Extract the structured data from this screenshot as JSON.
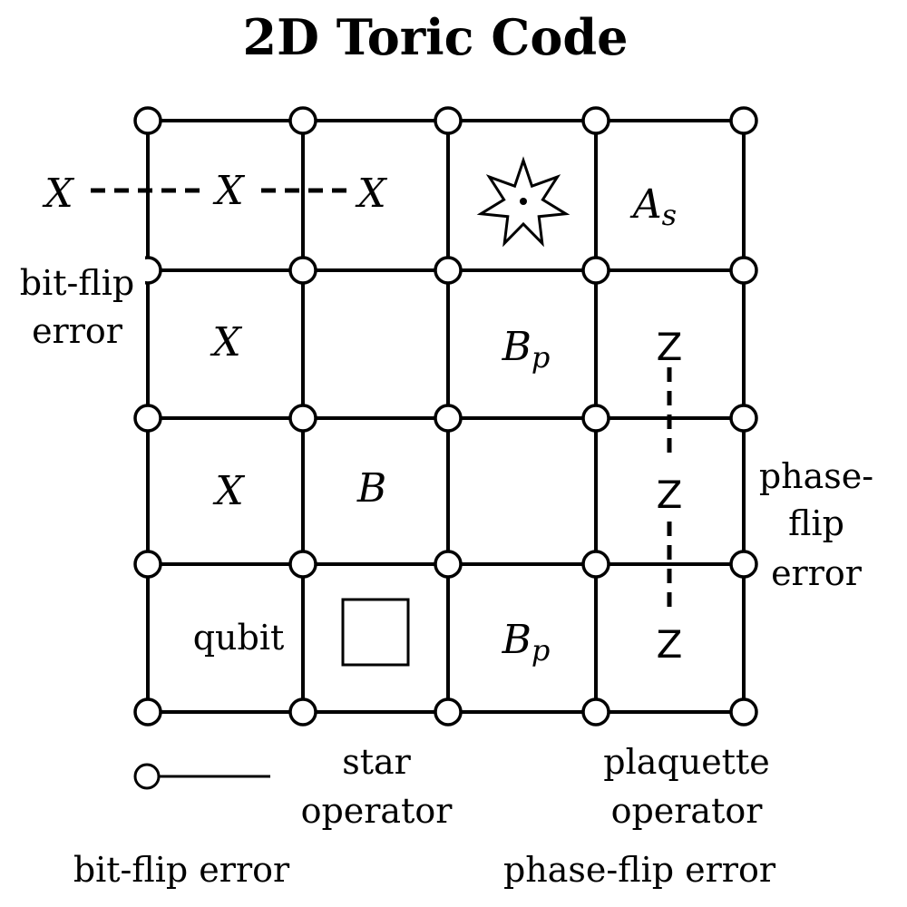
{
  "title": "2D Toric Code",
  "lattice": {
    "columns": 5,
    "rows": 5
  },
  "bit_flip_chain": {
    "symbols": [
      "X",
      "X",
      "X"
    ],
    "vertical_symbols": [
      "X",
      "X"
    ],
    "side_label_line1": "bit-flip",
    "side_label_line2": "error"
  },
  "phase_flip_chain": {
    "symbols": [
      "Z",
      "Z",
      "Z"
    ],
    "side_label_line1": "phase-",
    "side_label_line2": "flip",
    "side_label_line3": "error"
  },
  "cells": {
    "star_symbol_points": 7,
    "a_s": {
      "base": "A",
      "sub": "s"
    },
    "b_p_1": {
      "base": "B",
      "sub": "p"
    },
    "b_p_2": {
      "base": "B",
      "sub": "p"
    },
    "b_label": "B",
    "qubit_label": "qubit"
  },
  "legend": {
    "star_label_1": "star",
    "star_label_2": "operator",
    "plaquette_label_1": "plaquette",
    "plaquette_label_2": "operator",
    "bit_flip_error": "bit-flip error",
    "phase_flip_error": "phase-flip error"
  }
}
